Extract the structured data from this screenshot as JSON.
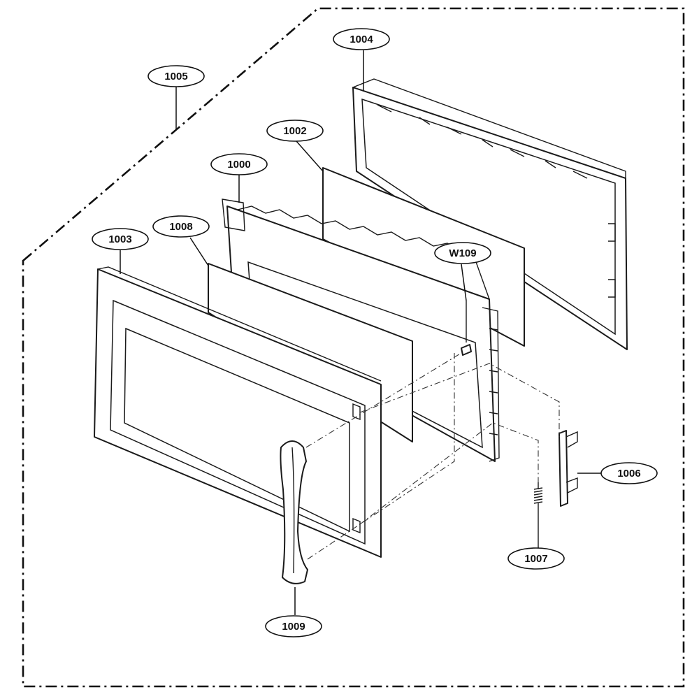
{
  "callouts": {
    "c1000": "1000",
    "c1002": "1002",
    "c1003": "1003",
    "c1004": "1004",
    "c1005": "1005",
    "c1006": "1006",
    "c1007": "1007",
    "c1008": "1008",
    "c1009": "1009",
    "w109": "W109"
  }
}
